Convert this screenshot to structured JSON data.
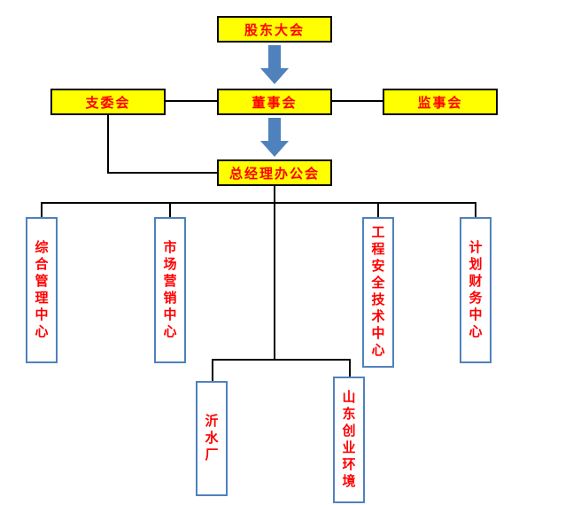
{
  "diagram": {
    "type": "org-chart",
    "nodes": {
      "shareholders": {
        "label": "股东大会"
      },
      "branch_committee": {
        "label": "支委会"
      },
      "board": {
        "label": "董事会"
      },
      "supervisory": {
        "label": "监事会"
      },
      "gm_office": {
        "label": "总经理办公会"
      },
      "general_mgmt_center": {
        "label": "综合管理中心"
      },
      "marketing_center": {
        "label": "市场营销中心"
      },
      "engineering_safety_center": {
        "label": "工程安全技术中心"
      },
      "planning_finance_center": {
        "label": "计划财务中心"
      },
      "yishui_plant": {
        "label": "沂水厂"
      },
      "shandong_chuangye": {
        "label": "山东创业环境"
      }
    },
    "colors": {
      "box_fill": "#ffff00",
      "box_text": "#ff0000",
      "dept_border": "#4f81bd",
      "arrow": "#4f81bd",
      "line": "#000000"
    }
  }
}
